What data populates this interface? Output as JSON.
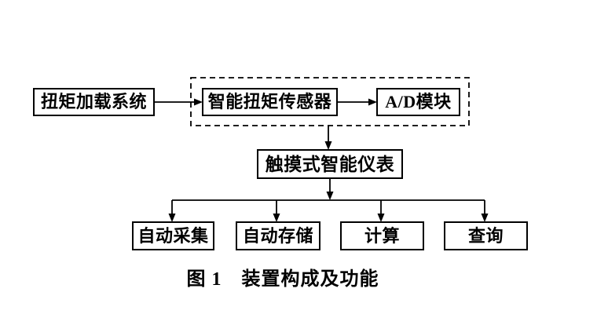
{
  "diagram": {
    "caption": "图 1　装置构成及功能",
    "nodes": {
      "torque_loading": {
        "label": "扭矩加载系统"
      },
      "smart_sensor": {
        "label": "智能扭矩传感器"
      },
      "ad_module": {
        "label": "A/D模块"
      },
      "touch_instrument": {
        "label": "触摸式智能仪表"
      },
      "auto_collect": {
        "label": "自动采集"
      },
      "auto_store": {
        "label": "自动存储"
      },
      "calculate": {
        "label": "计算"
      },
      "query": {
        "label": "查询"
      }
    },
    "groups": [
      {
        "name": "dashed-sensor-group",
        "contains": [
          "smart_sensor",
          "ad_module"
        ],
        "border_style": "dashed"
      }
    ],
    "edges": [
      {
        "from": "torque_loading",
        "to": "smart_sensor",
        "arrow": true
      },
      {
        "from": "smart_sensor",
        "to": "ad_module",
        "arrow": true
      },
      {
        "from": "dashed-sensor-group",
        "to": "touch_instrument",
        "arrow": true
      },
      {
        "from": "touch_instrument",
        "to": "auto_collect",
        "arrow": true
      },
      {
        "from": "touch_instrument",
        "to": "auto_store",
        "arrow": true
      },
      {
        "from": "touch_instrument",
        "to": "calculate",
        "arrow": true
      },
      {
        "from": "touch_instrument",
        "to": "query",
        "arrow": true
      }
    ],
    "colors": {
      "line": "#000000",
      "text": "#000000",
      "background": "#ffffff"
    }
  }
}
